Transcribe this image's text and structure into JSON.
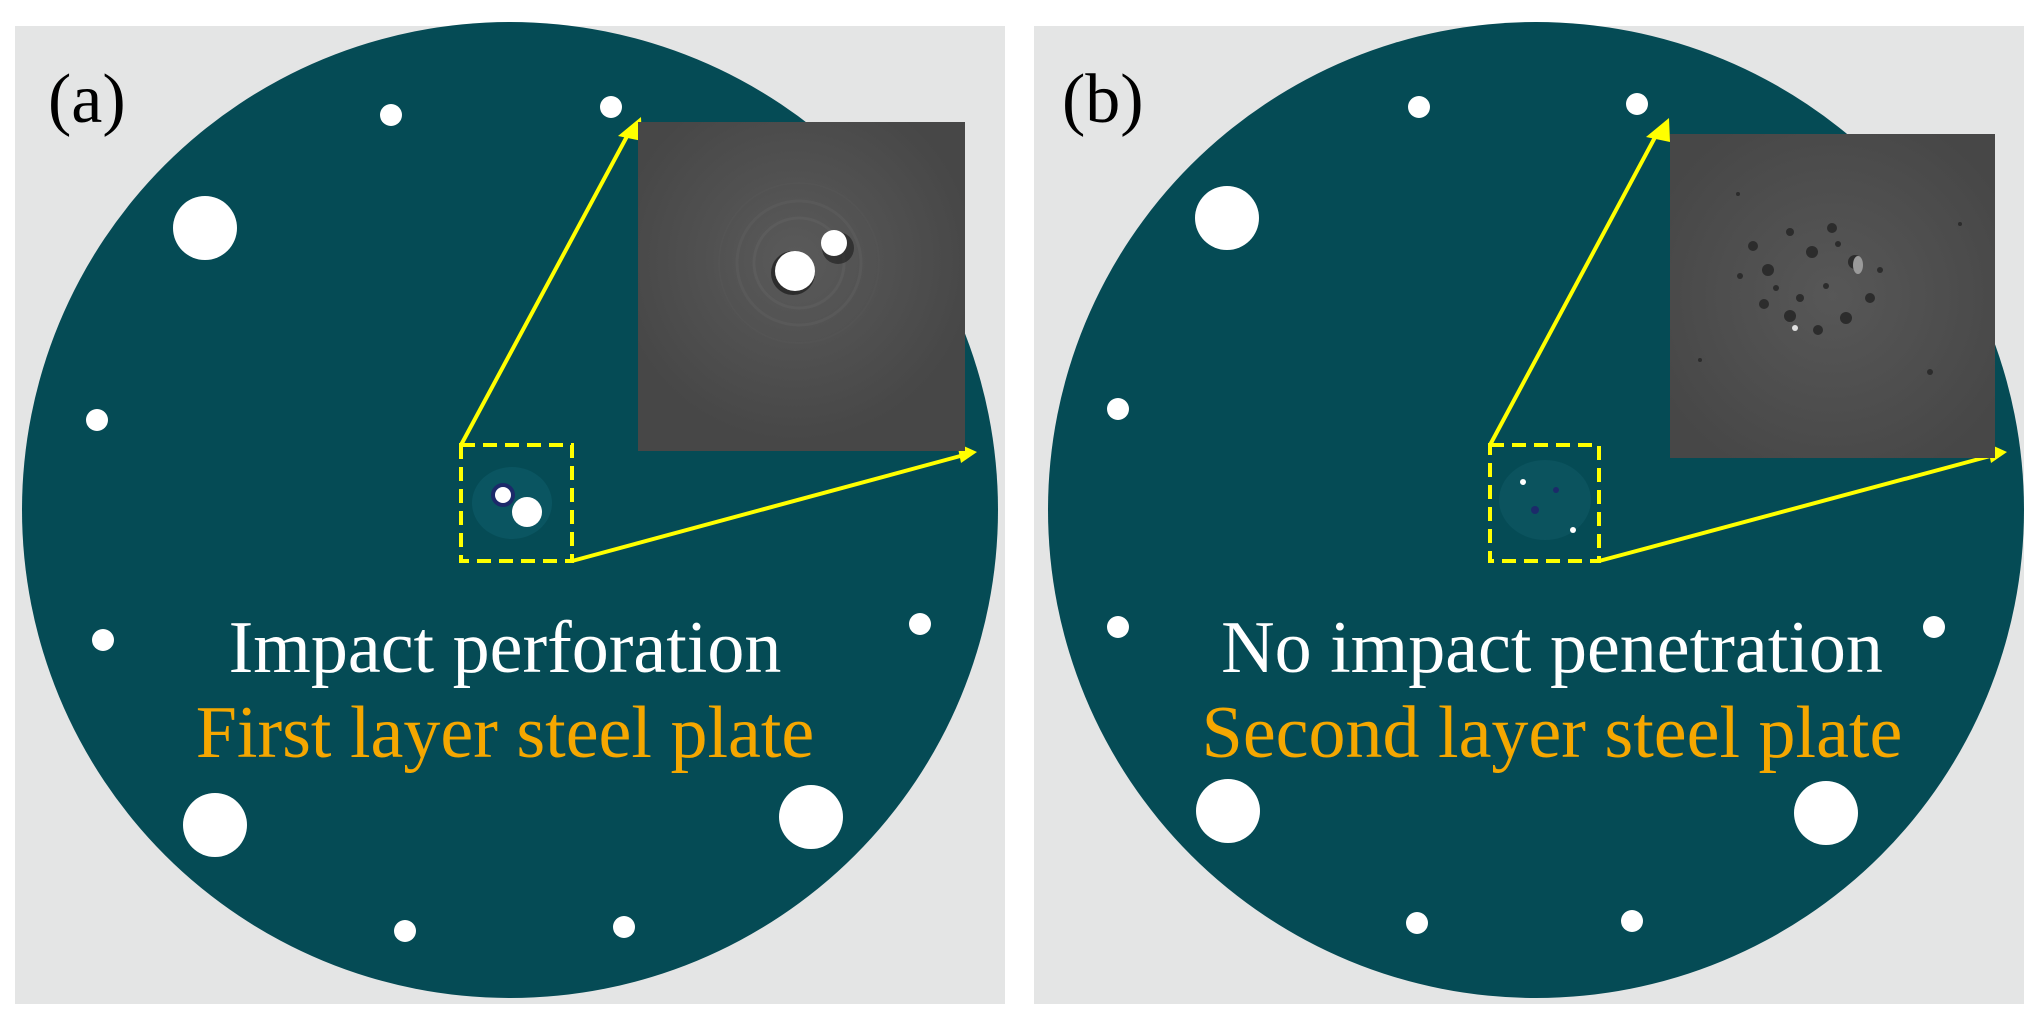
{
  "colors": {
    "background": "#ffffff",
    "tile_background": "#e4e5e5",
    "plate": "#054b55",
    "hole": "#ffffff",
    "callout": "#ffff00",
    "inset_gray": "#4c4c4c",
    "caption_white": "#ffffff",
    "caption_gold": "#f5a700"
  },
  "panels": [
    {
      "label": "(a)",
      "caption_line1": "Impact perforation",
      "caption_line2": "First layer steel plate",
      "inset_shows": "perforation hole"
    },
    {
      "label": "(b)",
      "caption_line1": "No impact penetration",
      "caption_line2": "Second layer steel plate",
      "inset_shows": "surface dents without perforation"
    }
  ]
}
